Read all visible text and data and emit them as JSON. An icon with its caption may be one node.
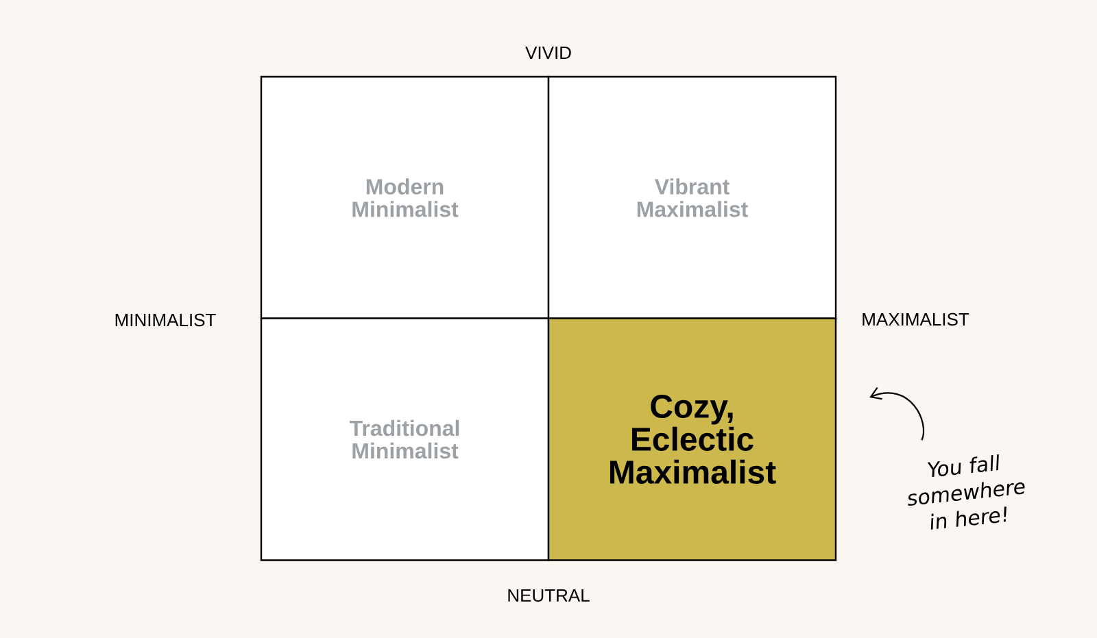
{
  "diagram": {
    "nodes": [
      {
        "text": [
          "Modern Minimalist"
        ]
      },
      {
        "text": [
          "Vibrant Maximalist"
        ]
      },
      {
        "text": [
          "Traditional Minimalist"
        ]
      },
      {
        "text": [
          "Cozy, Eclectic Maximalist"
        ]
      },
      {
        "text": [
          "You fall somewhere in here!"
        ]
      }
    ],
    "edges": [
      {
        "from": 4,
        "to": 3,
        "arrow": "to"
      }
    ],
    "labels": [
      "VIVID",
      "MINIMALIST",
      "MAXIMALIST",
      "NEUTRAL"
    ]
  }
}
